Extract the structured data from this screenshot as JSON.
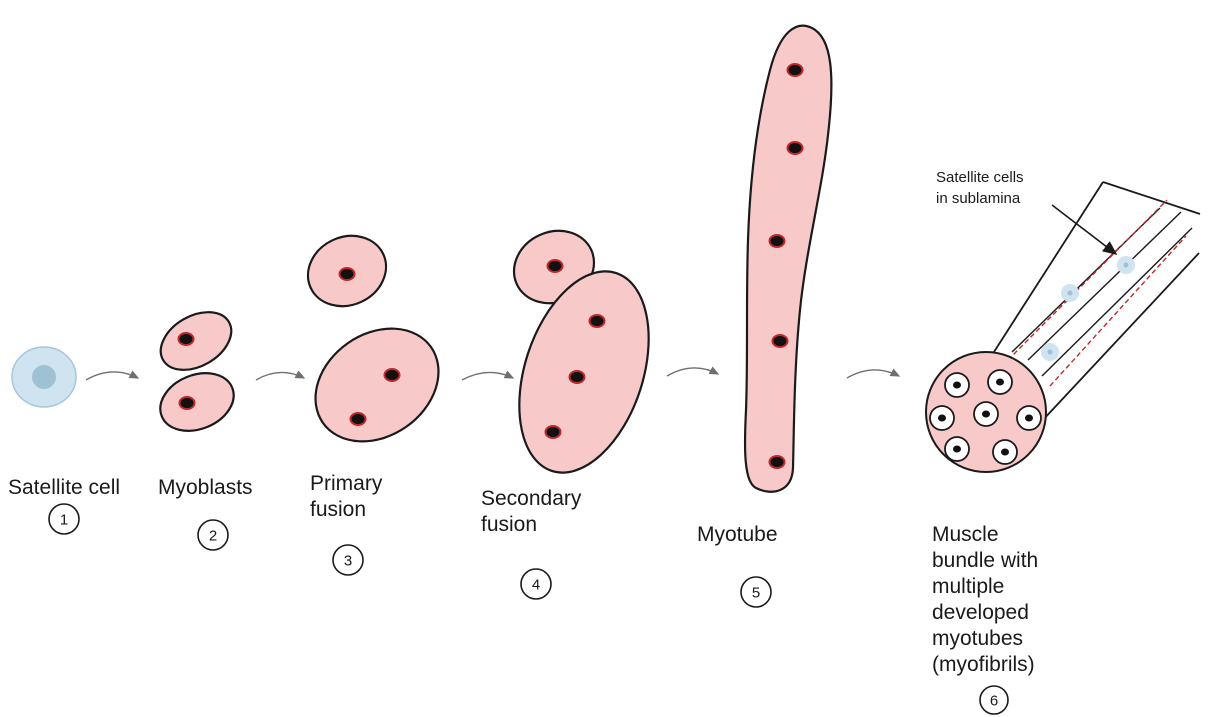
{
  "stages": [
    {
      "number": "1",
      "label_lines": [
        "Satellite cell"
      ]
    },
    {
      "number": "2",
      "label_lines": [
        "Myoblasts"
      ]
    },
    {
      "number": "3",
      "label_lines": [
        "Primary",
        "fusion"
      ]
    },
    {
      "number": "4",
      "label_lines": [
        "Secondary",
        "fusion"
      ]
    },
    {
      "number": "5",
      "label_lines": [
        "Myotube"
      ]
    },
    {
      "number": "6",
      "label_lines": [
        "Muscle",
        "bundle with",
        "multiple",
        "developed",
        "myotubes",
        "(myofibrils)"
      ]
    }
  ],
  "annotation": {
    "line1": "Satellite cells",
    "line2": "in sublamina"
  },
  "colors": {
    "cell_fill": "#f7c9c9",
    "nucleus_fill": "#111111",
    "nucleus_rim": "#c0282d",
    "satellite_cell": "#cfe3f0",
    "sublamina_dash": "#c0282d"
  }
}
